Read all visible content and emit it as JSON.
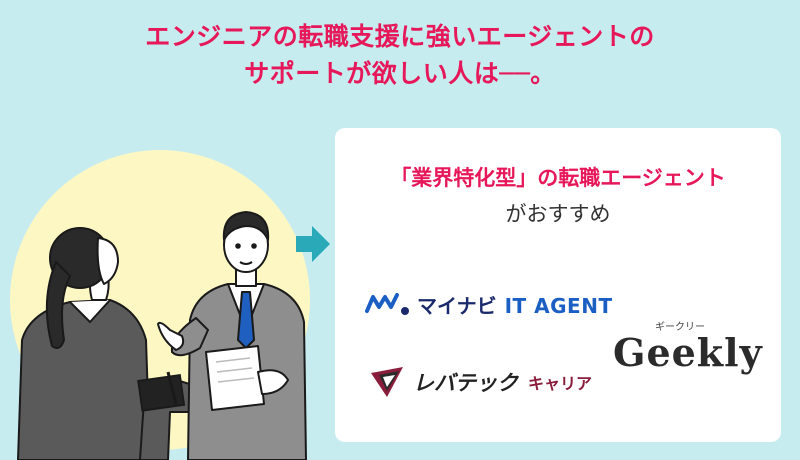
{
  "headline": {
    "line1": "エンジニアの転職支援に強いエージェントの",
    "line2": "サポートが欲しい人は──。"
  },
  "card": {
    "title": "「業界特化型」の転職エージェント",
    "subtitle": "がおすすめ"
  },
  "logos": {
    "mynavi": {
      "brand": "マイナビ",
      "suffix": "IT AGENT"
    },
    "levtech": {
      "brand": "レバテック",
      "suffix": "キャリア"
    },
    "geekly": {
      "ruby": "ギークリー",
      "word": "Geekly"
    }
  },
  "colors": {
    "background": "#c7ecf0",
    "accent": "#e6185a",
    "arrow": "#2aa9b8",
    "circle": "#fdf7c3"
  },
  "icons": [
    "arrow-right-icon",
    "mynavi-logo-icon",
    "levtech-logo-icon"
  ]
}
